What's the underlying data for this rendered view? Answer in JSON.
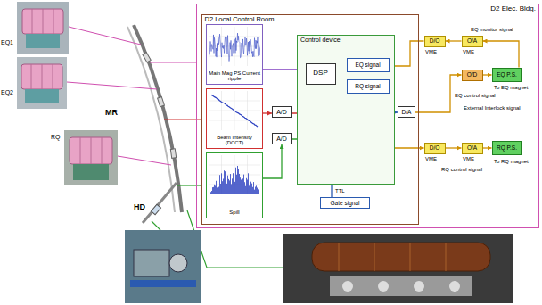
{
  "diagram": {
    "nodes": [
      {
        "text": [
          "D2 Elec. Bldg."
        ]
      },
      {
        "text": [
          "D2 Local Control Room"
        ],
        "in": 0
      },
      {
        "text": [
          "Main Mag PS Current ripple"
        ],
        "in": 1
      },
      {
        "text": [
          "Beam Intensity (DCCT)"
        ],
        "in": 1
      },
      {
        "text": [
          "Spill"
        ],
        "in": 1
      },
      {
        "text": [
          "A/D"
        ],
        "in": 1
      },
      {
        "text": [
          "A/D"
        ],
        "in": 1
      },
      {
        "text": [
          "Control device"
        ],
        "in": 1
      },
      {
        "text": [
          "DSP"
        ],
        "in": 7
      },
      {
        "text": [
          "EQ signal"
        ],
        "in": 7
      },
      {
        "text": [
          "RQ signal"
        ],
        "in": 7
      },
      {
        "text": [
          "Gate signal"
        ],
        "in": 1
      },
      {
        "text": [
          "D/A"
        ],
        "in": 1
      },
      {
        "text": [
          "D/O"
        ],
        "in": 0
      },
      {
        "text": [
          "O/A"
        ],
        "in": 0
      },
      {
        "text": [
          "O/D"
        ],
        "in": 0
      },
      {
        "text": [
          "EQ P.S."
        ],
        "in": 0
      },
      {
        "text": [
          "D/O"
        ],
        "in": 0
      },
      {
        "text": [
          "O/A"
        ],
        "in": 0
      },
      {
        "text": [
          "RQ P.S."
        ],
        "in": 0
      }
    ],
    "edges": [
      {
        "from": 2,
        "to": 8,
        "arrow": "to"
      },
      {
        "from": 3,
        "to": 5,
        "arrow": "to"
      },
      {
        "from": 5,
        "to": 8,
        "arrow": "to"
      },
      {
        "from": 4,
        "to": 6,
        "arrow": "to"
      },
      {
        "from": 6,
        "to": 8,
        "arrow": "to"
      },
      {
        "from": 11,
        "to": 8,
        "arrow": "to"
      },
      {
        "from": 8,
        "to": 9,
        "arrow": "to"
      },
      {
        "from": 8,
        "to": 10,
        "arrow": "to"
      },
      {
        "from": 16,
        "to": 14,
        "arrow": "to"
      },
      {
        "from": 14,
        "to": 13,
        "arrow": "to"
      },
      {
        "from": 13,
        "to": 9,
        "arrow": "to"
      },
      {
        "from": 10,
        "to": 12,
        "arrow": "to"
      },
      {
        "from": 12,
        "to": 15,
        "arrow": "to"
      },
      {
        "from": 15,
        "to": 16,
        "arrow": "to"
      },
      {
        "from": 10,
        "to": 17,
        "arrow": "to"
      },
      {
        "from": 17,
        "to": 18,
        "arrow": "to"
      },
      {
        "from": 18,
        "to": 19,
        "arrow": "to"
      }
    ],
    "labels": [
      "EQ1",
      "EQ2",
      "RQ",
      "MR",
      "HD",
      "TTL",
      "VME",
      "VME",
      "EQ monitor signal",
      "EQ control signal",
      "External Interlock signal",
      "To EQ magnet",
      "VME",
      "VME",
      "RQ control signal",
      "To RQ magnet"
    ]
  }
}
